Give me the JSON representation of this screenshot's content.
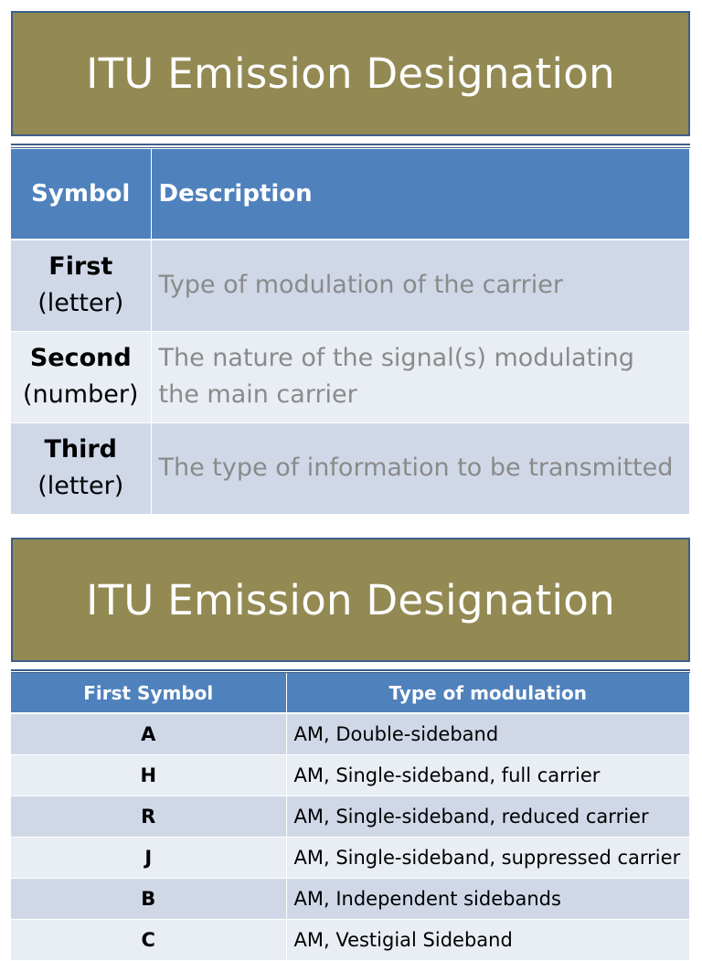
{
  "slide1": {
    "title": "ITU Emission Designation",
    "headers": {
      "symbol": "Symbol",
      "description": "Description"
    },
    "rows": [
      {
        "symbol": "First",
        "kind": "(letter)",
        "description": "Type of modulation of the carrier"
      },
      {
        "symbol": "Second",
        "kind": "(number)",
        "description": "The nature of the signal(s) modulating the main carrier"
      },
      {
        "symbol": "Third",
        "kind": "(letter)",
        "description": "The type of information to be transmitted"
      }
    ]
  },
  "slide2": {
    "title": "ITU Emission Designation",
    "headers": {
      "symbol": "First Symbol",
      "modulation": "Type of modulation"
    },
    "rows": [
      {
        "symbol": "A",
        "modulation": "AM, Double-sideband"
      },
      {
        "symbol": "H",
        "modulation": "AM, Single-sideband, full carrier"
      },
      {
        "symbol": "R",
        "modulation": "AM, Single-sideband, reduced carrier"
      },
      {
        "symbol": "J",
        "modulation": "AM, Single-sideband, suppressed carrier"
      },
      {
        "symbol": "B",
        "modulation": "AM, Independent sidebands"
      },
      {
        "symbol": "C",
        "modulation": "AM, Vestigial Sideband"
      }
    ]
  },
  "colors": {
    "banner": "#938953",
    "header": "#4f81bd",
    "row_odd": "#d0d8e8",
    "row_even": "#e9edf4"
  }
}
